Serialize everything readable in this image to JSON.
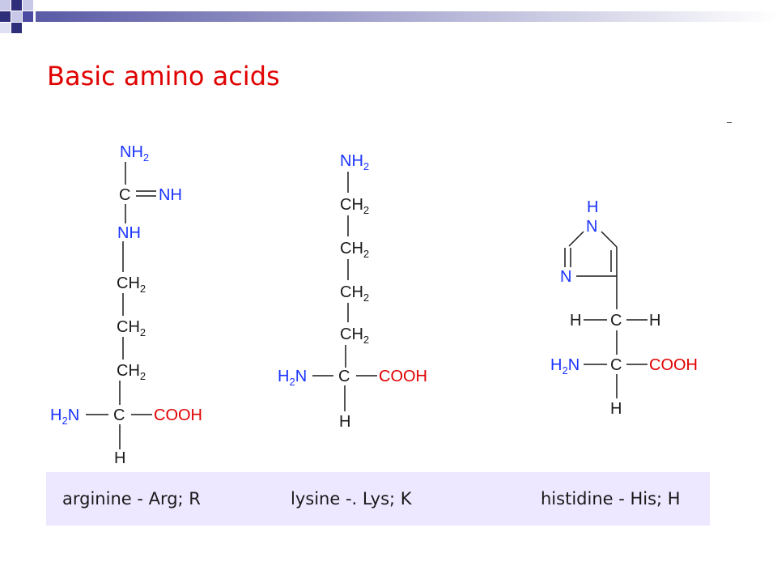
{
  "slide": {
    "title": "Basic amino acids",
    "accent_color": "#e00000",
    "atom_color_nitrogen": "#1a33ff",
    "atom_color_other": "#1a1a1a"
  },
  "header_decoration": {
    "icon": "checkered-squares-icon",
    "bar_gradient": [
      "#5a5aa6",
      "#ffffff"
    ]
  },
  "molecules": {
    "arginine": {
      "chain": {
        "nh2": {
          "main": "NH",
          "sub": "2"
        },
        "c": "C",
        "nh": "NH",
        "nh_side": "NH",
        "ch2_a": {
          "main": "CH",
          "sub": "2"
        },
        "ch2_b": {
          "main": "CH",
          "sub": "2"
        },
        "ch2_c": {
          "main": "CH",
          "sub": "2"
        }
      },
      "core": {
        "h2n": {
          "pre": "H",
          "sub": "2",
          "post": "N"
        },
        "c": "C",
        "cooh": "COOH",
        "h": "H"
      }
    },
    "lysine": {
      "chain": {
        "nh2": {
          "main": "NH",
          "sub": "2"
        },
        "ch2_a": {
          "main": "CH",
          "sub": "2"
        },
        "ch2_b": {
          "main": "CH",
          "sub": "2"
        },
        "ch2_c": {
          "main": "CH",
          "sub": "2"
        },
        "ch2_d": {
          "main": "CH",
          "sub": "2"
        }
      },
      "core": {
        "h2n": {
          "pre": "H",
          "sub": "2",
          "post": "N"
        },
        "c": "C",
        "cooh": "COOH",
        "h": "H"
      }
    },
    "histidine": {
      "ring": {
        "h": "H",
        "n_top": "N",
        "n_left": "N"
      },
      "side": {
        "h_left": "H",
        "c": "C",
        "h_right": "H"
      },
      "core": {
        "h2n": {
          "pre": "H",
          "sub": "2",
          "post": "N"
        },
        "c": "C",
        "cooh": "COOH",
        "h": "H"
      }
    }
  },
  "captions": {
    "arginine": "arginine - Arg; R",
    "lysine": "lysine -. Lys; K",
    "histidine": "histidine - His; H"
  }
}
